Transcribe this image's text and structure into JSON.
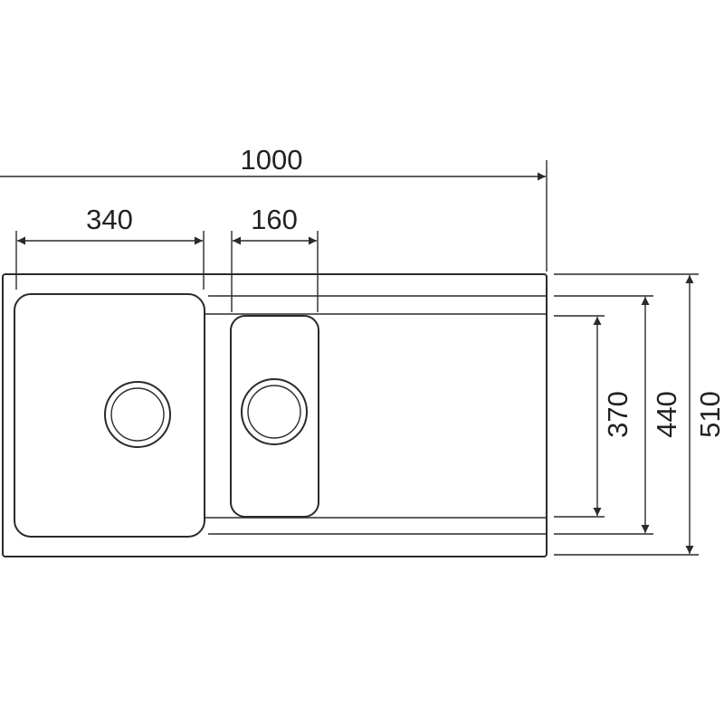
{
  "dimensions": {
    "overall_width": "1000",
    "bowl_large_width": "340",
    "bowl_small_width": "160",
    "bowl_depth": "370",
    "inner_depth": "440",
    "overall_depth": "510"
  },
  "colors": {
    "line": "#2a2a2a",
    "background": "#ffffff"
  }
}
